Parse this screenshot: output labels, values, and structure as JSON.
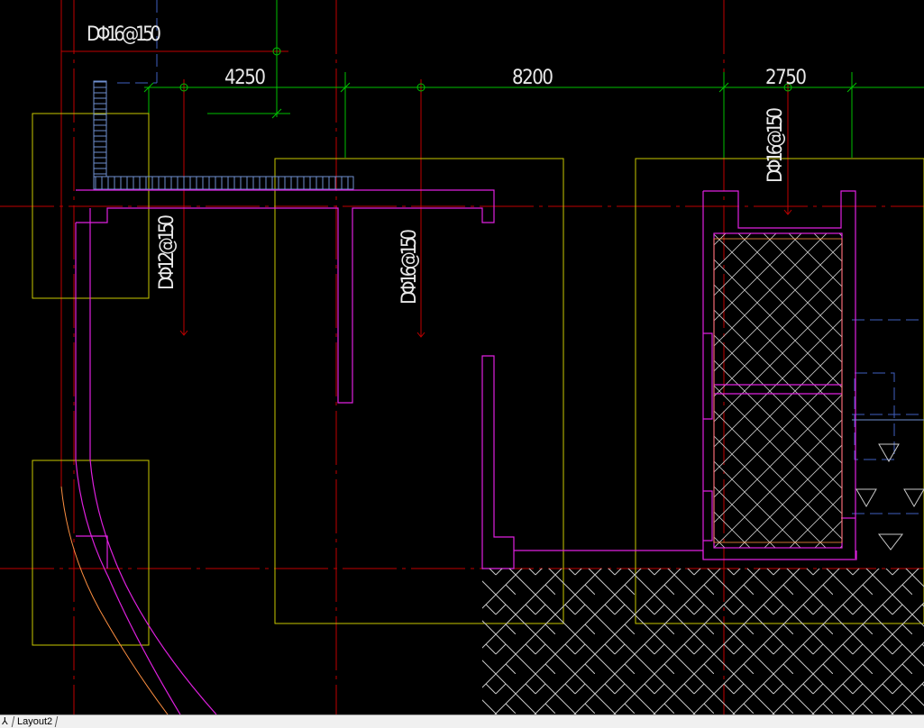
{
  "drawing": {
    "dimensions": [
      "4250",
      "8200",
      "2750"
    ],
    "rebar_labels": {
      "top_left": "DΦ16@150",
      "left_vertical": "DΦ12@150",
      "middle_vertical": "DΦ16@150",
      "right_vertical": "DΦ16@150"
    },
    "colors": {
      "background": "#000000",
      "dimension_line": "#00c000",
      "grid_axis": "#c00000",
      "wall": "#e020e0",
      "column_outline": "#c8c800",
      "hatch": "#c0c0c0",
      "dashed": "#4060c0"
    }
  },
  "tabs": {
    "nav_arrow": "⅄",
    "active": "Layout2"
  }
}
